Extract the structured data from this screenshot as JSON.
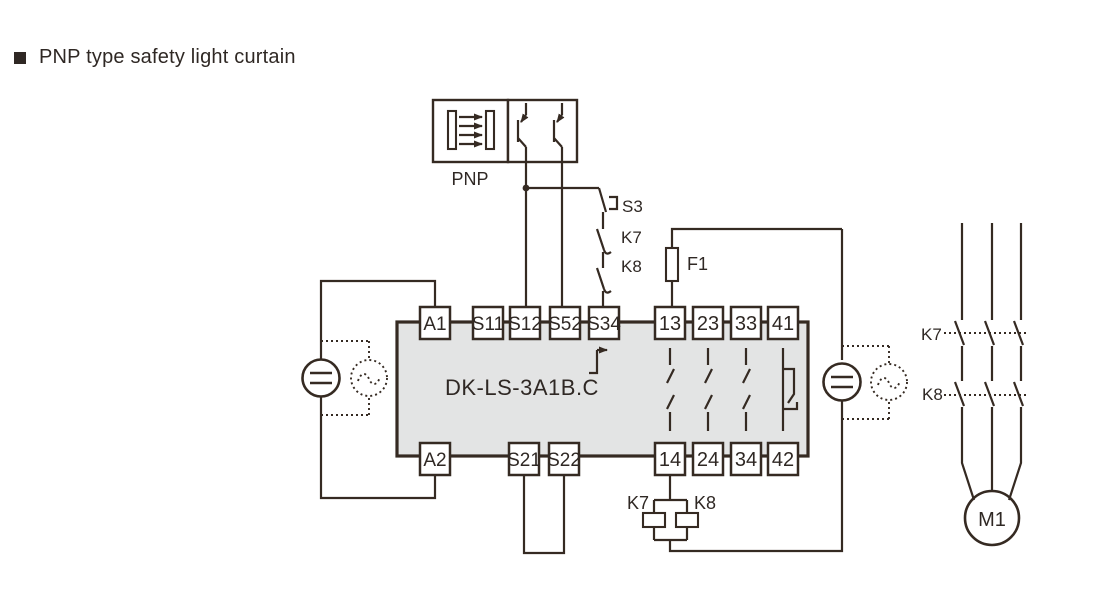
{
  "title": "PNP type safety light curtain",
  "colors": {
    "line": "#352a22",
    "text": "#2f2824",
    "relay_fill": "#e3e4e4",
    "background": "#ffffff"
  },
  "light_curtain": {
    "type_label": "PNP"
  },
  "input_chain": {
    "reset_button": "S3",
    "contact_1": "K7",
    "contact_2": "K8"
  },
  "fuse_label": "F1",
  "relay": {
    "model": "DK-LS-3A1B.C",
    "top_terminals": [
      "A1",
      "S11",
      "S12",
      "S52",
      "S34",
      "13",
      "23",
      "33",
      "41"
    ],
    "bottom_terminals": [
      "A2",
      "S21",
      "S22",
      "14",
      "24",
      "34",
      "42"
    ]
  },
  "coils": {
    "coil_1": "K7",
    "coil_2": "K8"
  },
  "power_contacts": {
    "contactor_1": "K7",
    "contactor_2": "K8"
  },
  "motor_label": "M1"
}
